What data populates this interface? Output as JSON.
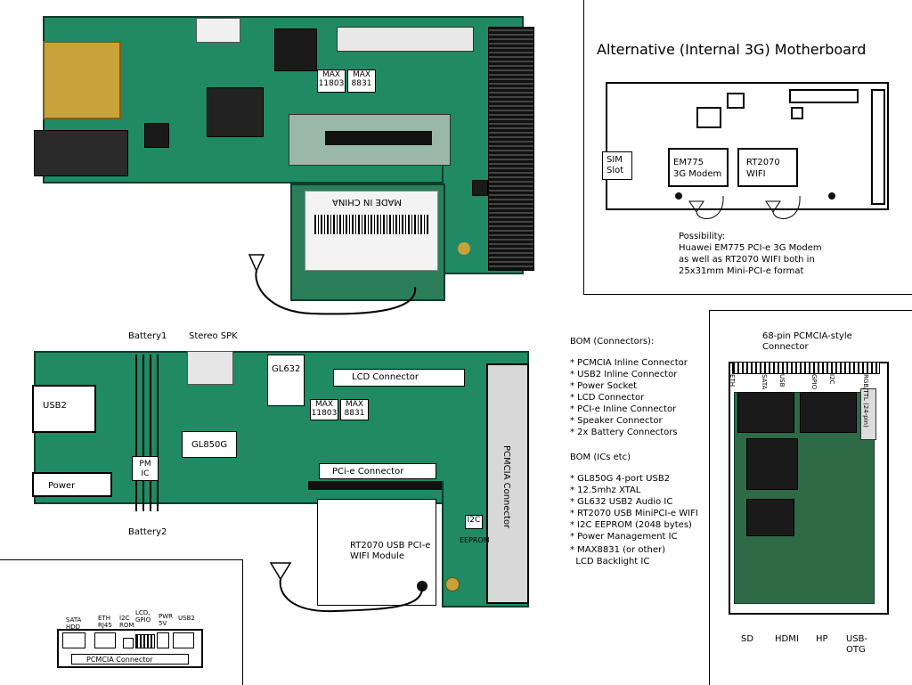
{
  "alt_board": {
    "title": "Alternative (Internal 3G) Motherboard",
    "sim_slot": "SIM\nSlot",
    "modem": "EM775\n3G Modem",
    "wifi": "RT2070\nWIFI",
    "possibility_title": "Possibility:",
    "possibility_lines": [
      "Huawei EM775 PCI-e 3G Modem",
      "as well as RT2070 WIFI both in",
      "25x31mm Mini-PCI-e format"
    ]
  },
  "photo_board": {
    "max1": "MAX\n11803",
    "max2": "MAX\n8831",
    "wifi_module_label": "MADE IN CHINA"
  },
  "schematic": {
    "battery1": "Battery1",
    "stereo_spk": "Stereo SPK",
    "gl632": "GL632",
    "lcd_connector": "LCD Connector",
    "max1": "MAX\n11803",
    "max2": "MAX\n8831",
    "usb2": "USB2",
    "gl850g": "GL850G",
    "pm_ic": "PM\nIC",
    "power": "Power",
    "pcie_connector": "PCi-e Connector",
    "pcmcia_connector": "PCMCIA Connector",
    "i2c": "I2C",
    "eeprom": "EEPROM",
    "rt2070": "RT2070 USB PCI-e\nWIFI Module",
    "battery2": "Battery2"
  },
  "bom": {
    "connectors_title": "BOM (Connectors):",
    "connectors": [
      "* PCMCIA Inline Connector",
      "* USB2 Inline Connector",
      "* Power Socket",
      "* LCD Connector",
      "* PCI-e Inline Connector",
      "* Speaker Connector",
      "* 2x Battery Connectors"
    ],
    "ics_title": "BOM (ICs etc)",
    "ics": [
      "* GL850G 4-port USB2",
      "* 12.5mhz XTAL",
      "* GL632 USB2 Audio IC",
      "* RT2070 USB MiniPCI-e WIFI",
      "* I2C EEPROM (2048 bytes)",
      "* Power Management IC",
      "* MAX8831 (or other)",
      "  LCD Backlight IC"
    ]
  },
  "pcmcia_board": {
    "title": "68-pin PCMCIA-style\nConnector",
    "pin_labels": [
      "ETH",
      "SATA",
      "USB",
      "GPIO",
      "I2C",
      "RGB/TTL (24-pin)"
    ],
    "ports": [
      "SD",
      "HDMI",
      "HP",
      "USB-\nOTG"
    ]
  },
  "bottom_left": {
    "labels": [
      "SATA\nHDD",
      "ETH\nRJ45",
      "I2C\nROM",
      "LCD,\nGPIO",
      "PWR\n5V",
      "USB2"
    ],
    "connector": "PCMCIA Connector"
  },
  "colors": {
    "pcb_green": "#1f8a63",
    "pcb_dark": "#0b3d2b",
    "connector_gray": "#e8e8e8"
  }
}
